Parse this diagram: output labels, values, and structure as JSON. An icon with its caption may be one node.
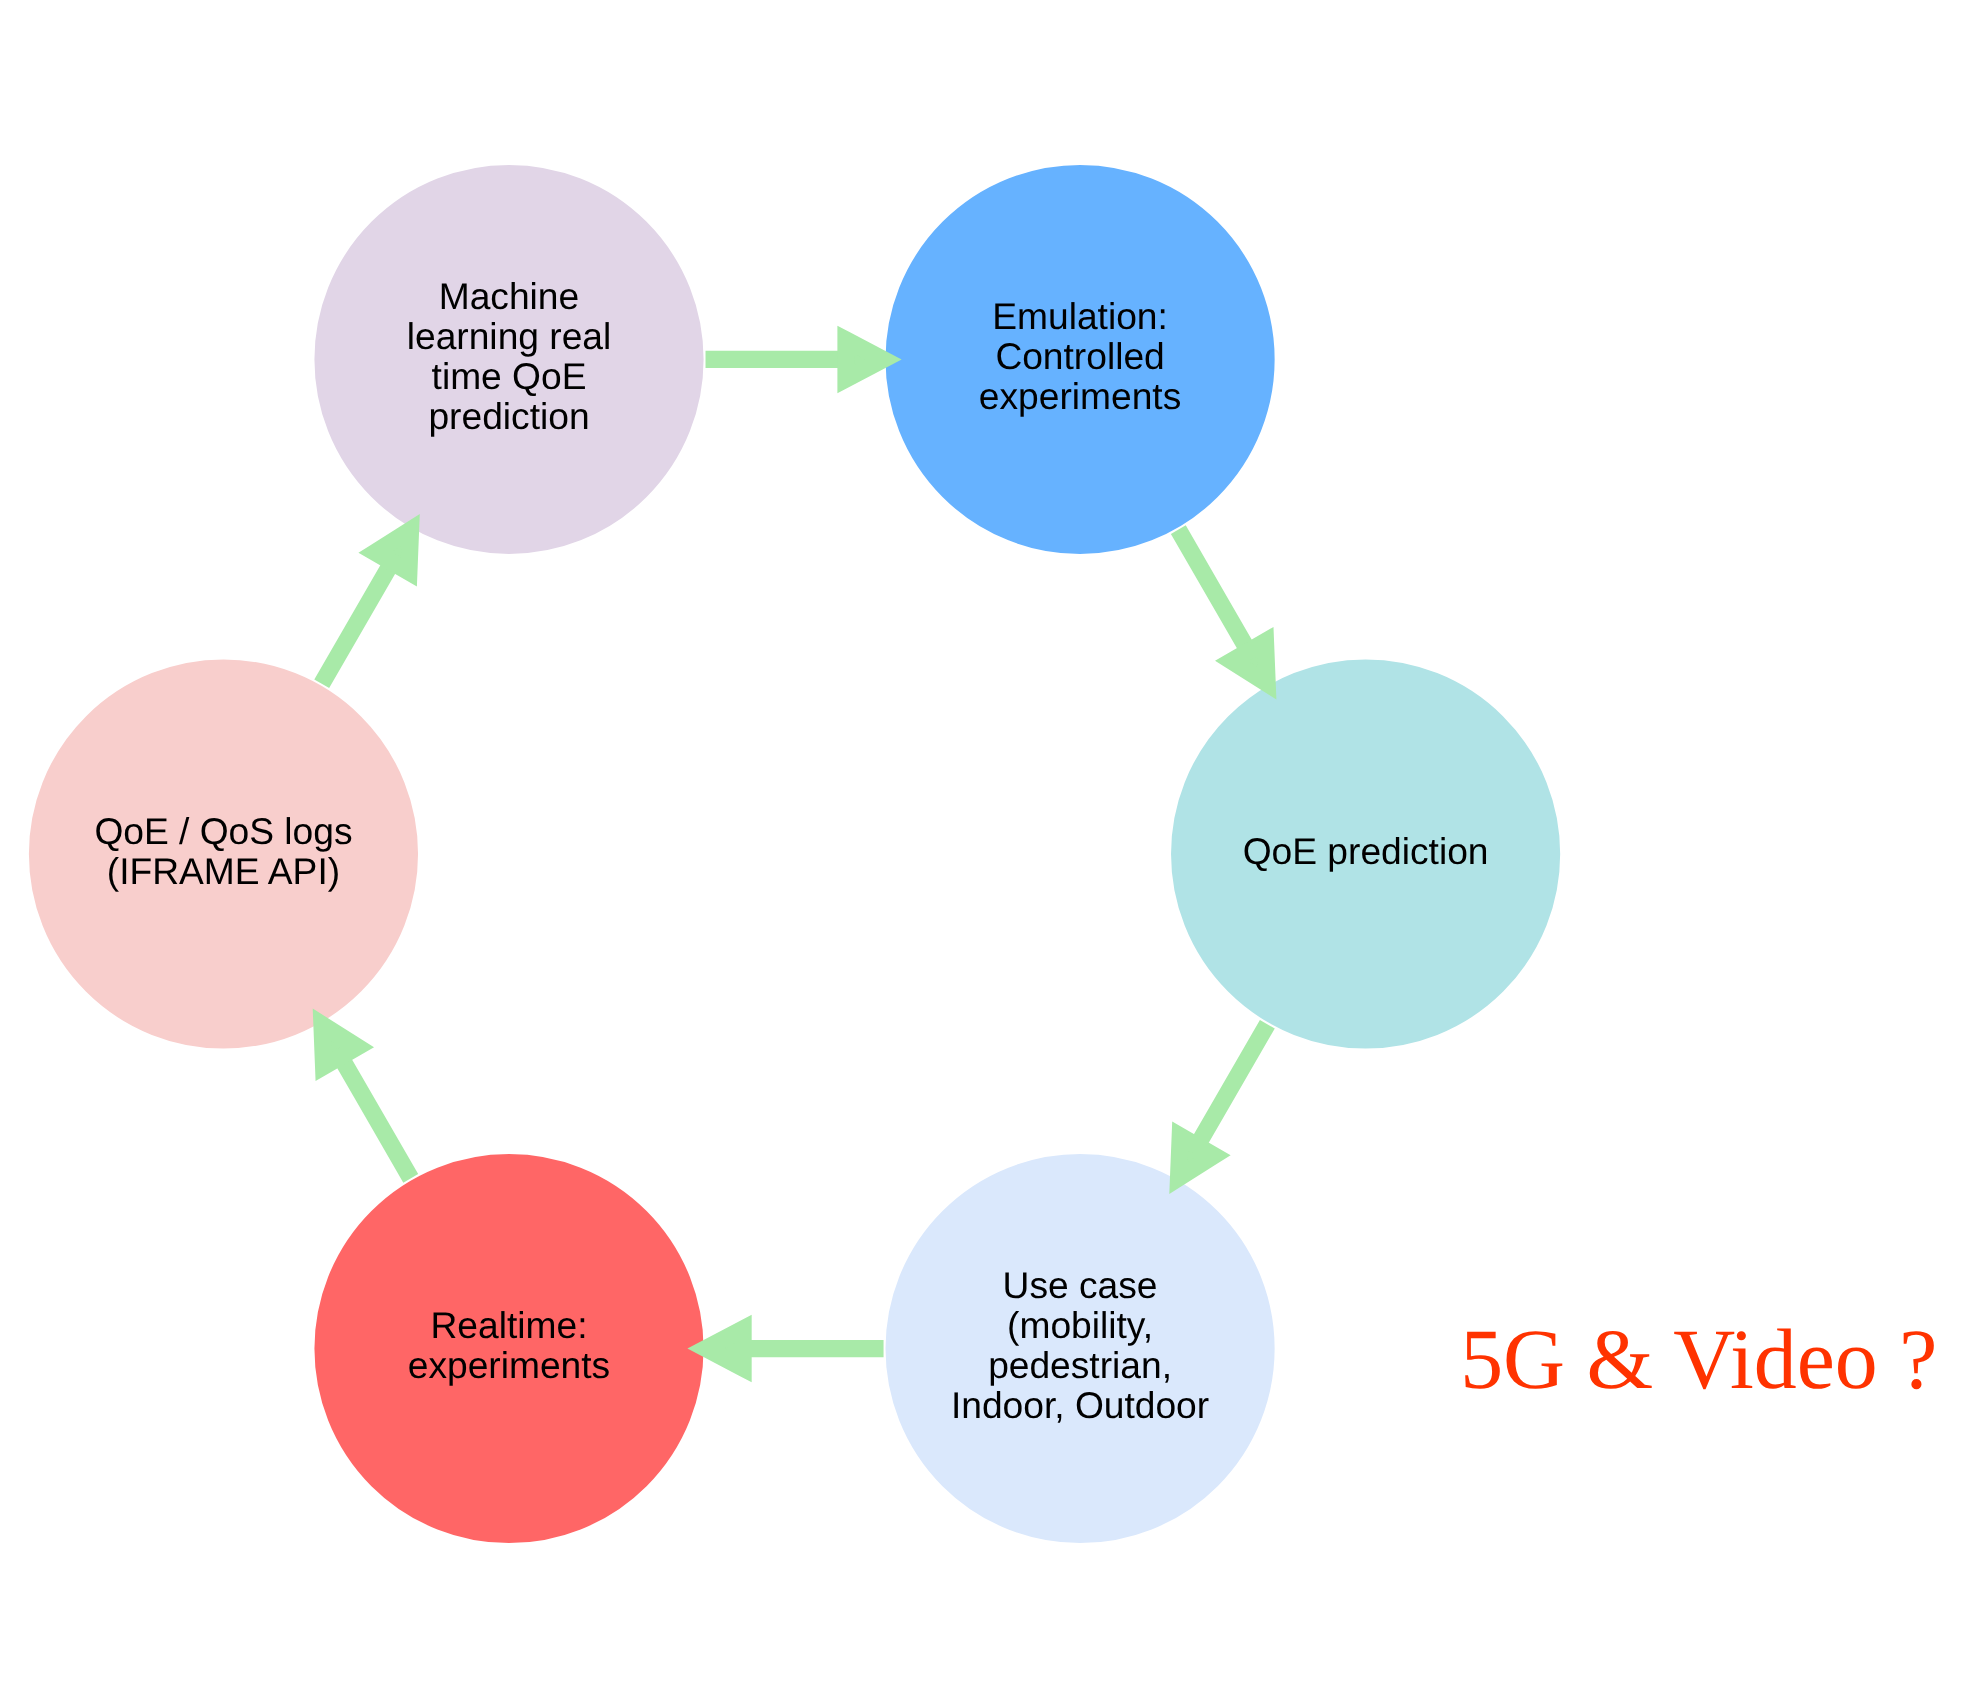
{
  "diagram": {
    "nodes": [
      {
        "text": [
          "Use case (mobility, pedestrian, Indoor, Outdoor"
        ]
      },
      {
        "text": [
          "Realtime: experiments"
        ]
      },
      {
        "text": [
          "QoE / QoS logs (IFRAME API)"
        ]
      },
      {
        "text": [
          "Machine learning real time QoE prediction"
        ]
      },
      {
        "text": [
          "Emulation: Controlled experiments"
        ]
      },
      {
        "text": [
          "QoE prediction"
        ]
      }
    ],
    "edges": [
      {
        "from": 0,
        "to": 1,
        "arrow": "to"
      },
      {
        "from": 1,
        "to": 2,
        "arrow": "to"
      },
      {
        "from": 2,
        "to": 3,
        "arrow": "to"
      },
      {
        "from": 3,
        "to": 4,
        "arrow": "to"
      },
      {
        "from": 4,
        "to": 5,
        "arrow": "to"
      },
      {
        "from": 5,
        "to": 0,
        "arrow": "to"
      }
    ],
    "labels": [
      "5G & Video ?"
    ]
  }
}
